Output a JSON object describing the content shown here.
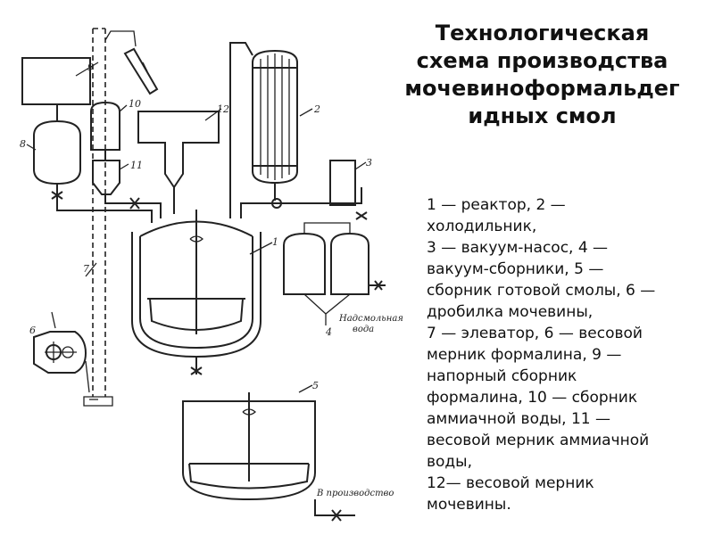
{
  "title": {
    "lines": [
      "Технологическая",
      "схема производства",
      "мочевиноформальдег",
      "идных смол"
    ]
  },
  "legend": {
    "lines": [
      "1 — реактор, 2 —",
      "холодильник,",
      "3 — вакуум-насос, 4 —",
      "вакуум-сборники, 5 —",
      "сборник готовой смолы, 6 —",
      "дробилка мочевины,",
      "7 — элеватор, 6 — весовой",
      "мерник формалина, 9 —",
      "напорный сборник",
      "формалина, 10 — сборник",
      "аммиачной воды, 11 —",
      "весовой мерник аммиачной",
      "воды,",
      "12— весовой мерник",
      "мочевины."
    ]
  },
  "diagram": {
    "labels": {
      "n1": "1",
      "n2": "2",
      "n3": "3",
      "n4": "4",
      "n5": "5",
      "n6": "6",
      "n7": "7",
      "n8": "8",
      "n9": "9",
      "n10": "10",
      "n11": "11",
      "n12": "12"
    },
    "notes": {
      "water_line1": "Надсмольная",
      "water_line2": "вода",
      "to_production": "В производство"
    }
  }
}
